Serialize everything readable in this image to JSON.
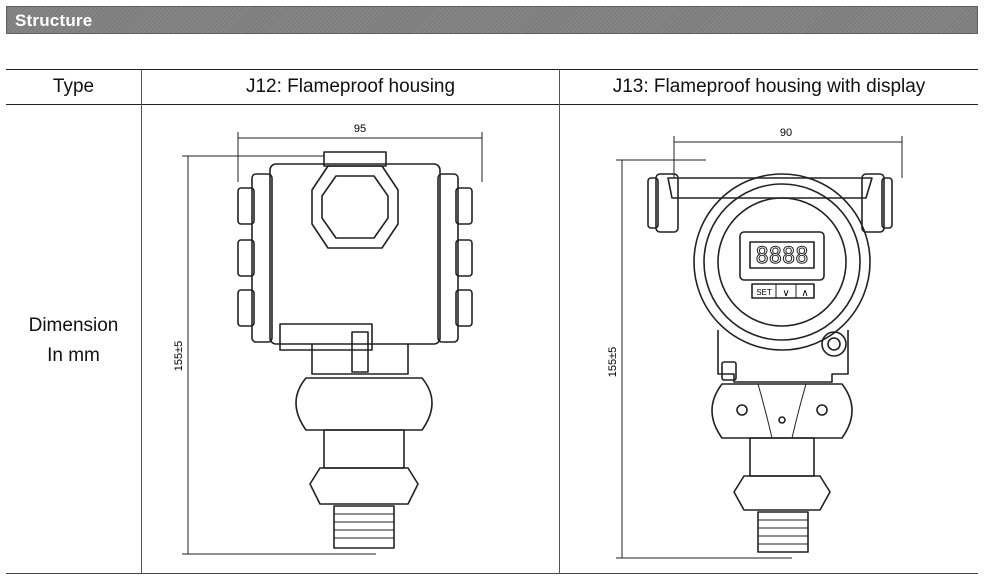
{
  "section": {
    "title": "Structure"
  },
  "table": {
    "headers": [
      "Type",
      "J12: Flameproof housing",
      "J13: Flameproof housing with display"
    ],
    "row_label_line1": "Dimension",
    "row_label_line2": "In mm"
  },
  "j12_drawing": {
    "width_dim": "95",
    "height_dim": "155±5"
  },
  "j13_drawing": {
    "width_dim": "90",
    "height_dim": "155±5",
    "display_digits": "8888",
    "key_set": "SET",
    "key_down": "∨",
    "key_up": "∧"
  }
}
